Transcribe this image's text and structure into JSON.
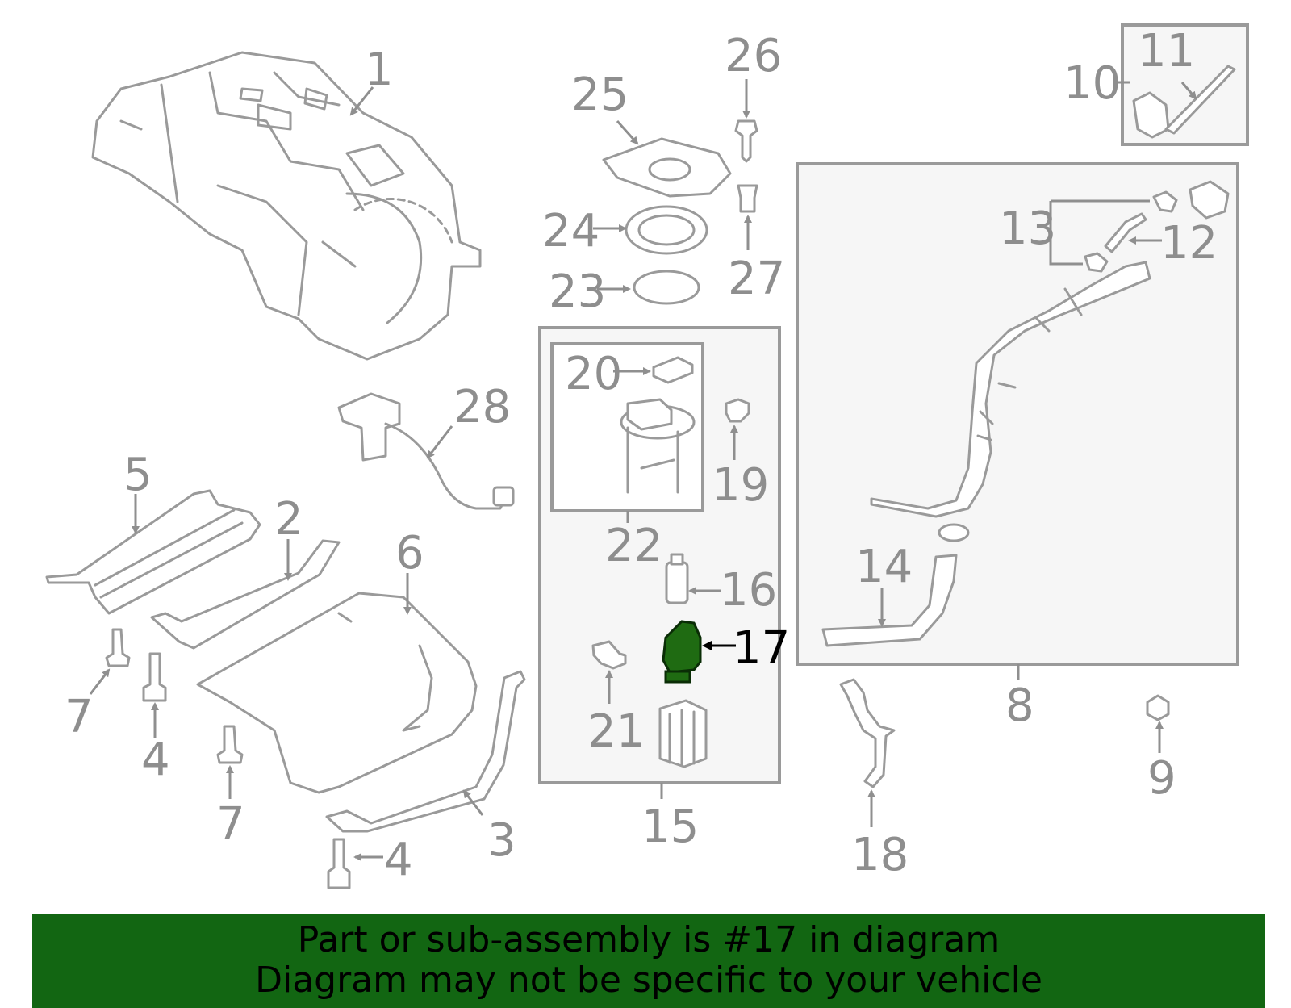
{
  "highlight": {
    "part": "17",
    "color": "#1f6b12"
  },
  "banner": {
    "line1": "Part or sub-assembly is #17 in diagram",
    "line2": "Diagram may not be specific to your vehicle",
    "background": "#126612"
  },
  "callouts": {
    "c1": "1",
    "c2": "2",
    "c3": "3",
    "c4a": "4",
    "c4b": "4",
    "c5": "5",
    "c6": "6",
    "c7a": "7",
    "c7b": "7",
    "c8": "8",
    "c9": "9",
    "c10": "10",
    "c11": "11",
    "c12": "12",
    "c13": "13",
    "c14": "14",
    "c15": "15",
    "c16": "16",
    "c17": "17",
    "c18": "18",
    "c19": "19",
    "c20": "20",
    "c21": "21",
    "c22": "22",
    "c23": "23",
    "c24": "24",
    "c25": "25",
    "c26": "26",
    "c27": "27",
    "c28": "28"
  }
}
